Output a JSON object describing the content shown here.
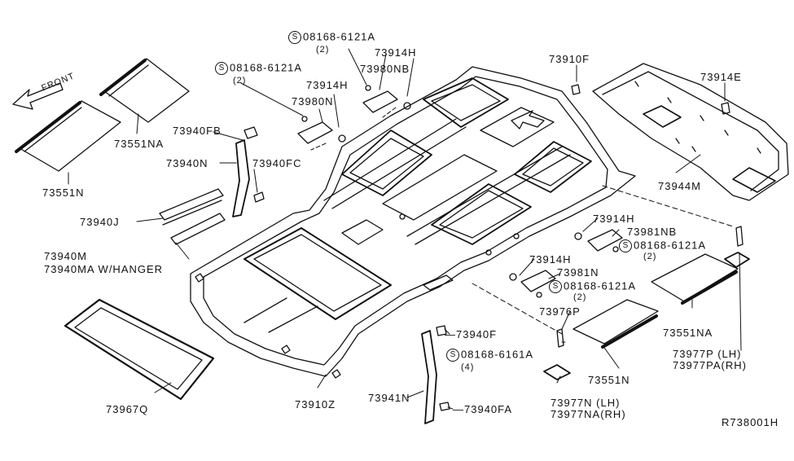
{
  "diagram": {
    "reference_code": "R738001H",
    "front_label": "FRONT",
    "screw_symbol": "S",
    "labels": {
      "bolt_top_1": "08168-6121A",
      "bolt_top_1_qty": "(2)",
      "clip_73914h_top": "73914H",
      "part_73980nb": "73980NB",
      "bolt_top_2": "08168-6121A",
      "bolt_top_2_qty": "(2)",
      "clip_73914h_mid": "73914H",
      "part_73980n": "73980N",
      "clip_73910f": "73910F",
      "clip_73914e": "73914E",
      "cap_73940fb": "73940FB",
      "grip_73940n": "73940N",
      "cap_73940fc": "73940FC",
      "sunvisor_73551na_left": "73551NA",
      "sunvisor_73551n_left": "73551N",
      "holder_73940j": "73940J",
      "holder_73940m": "73940M",
      "holder_73940ma": "73940MA W/HANGER",
      "trim_73944m": "73944M",
      "clip_73914h_right1": "73914H",
      "part_73981nb": "73981NB",
      "bolt_right_1": "08168-6121A",
      "bolt_right_1_qty": "(2)",
      "clip_73914h_right2": "73914H",
      "part_73981n": "73981N",
      "bolt_right_2": "08168-6121A",
      "bolt_right_2_qty": "(2)",
      "part_73976p": "73976P",
      "cap_73940f": "73940F",
      "bolt_bottom": "08168-6161A",
      "bolt_bottom_qty": "(4)",
      "sunvisor_73551na_right": "73551NA",
      "lamp_73977p": "73977P (LH)",
      "lamp_73977pa": "73977PA(RH)",
      "seal_73967q": "73967Q",
      "headlining_73910z": "73910Z",
      "grip_73941n": "73941N",
      "cap_73940fa": "73940FA",
      "lamp_73977n": "73977N (LH)",
      "lamp_73977na": "73977NA(RH)",
      "sunvisor_73551n_right": "73551N"
    }
  }
}
